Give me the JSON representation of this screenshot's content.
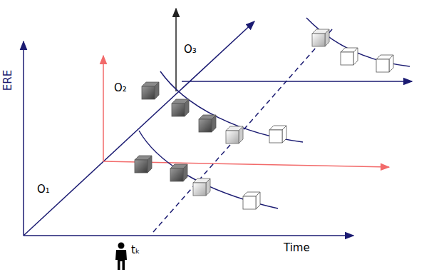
{
  "diagram": {
    "labels": [
      "ERE",
      "O₁",
      "O₂",
      "O₃",
      "Time",
      "tₖ"
    ]
  }
}
